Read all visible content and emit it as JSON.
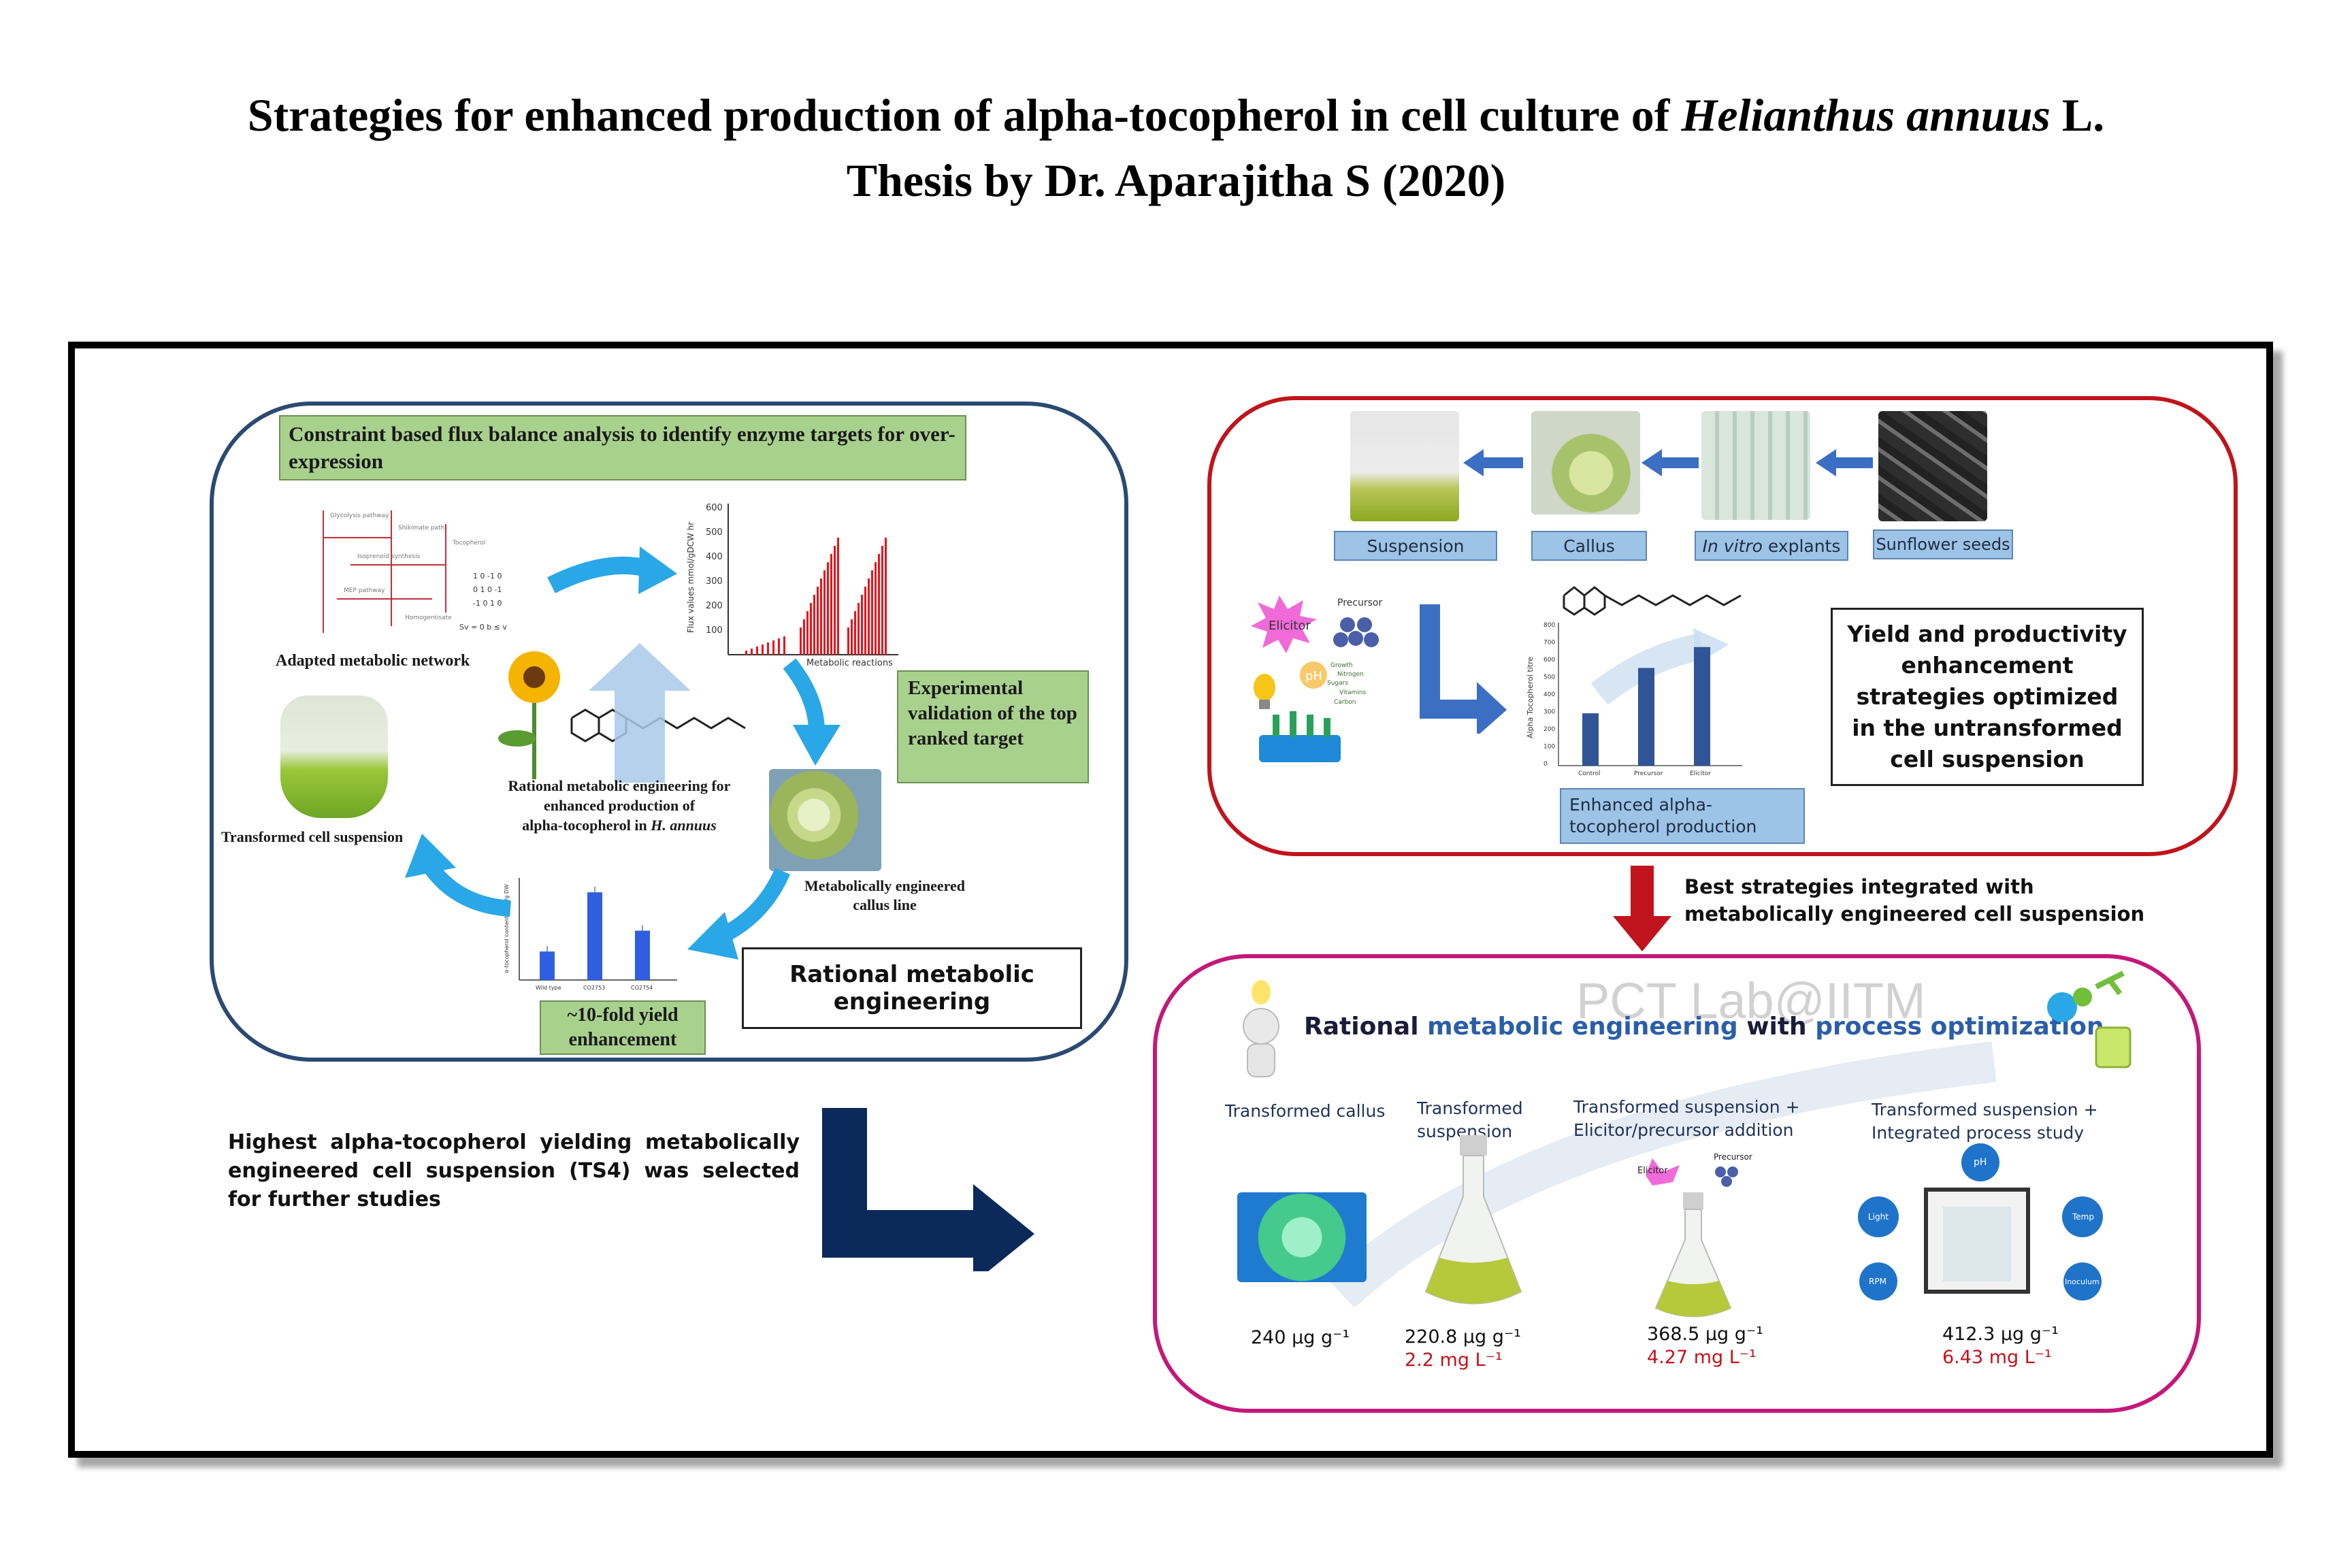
{
  "title": {
    "line1_prefix": "Strategies for enhanced production of alpha-tocopherol in cell culture of ",
    "line1_italic": "Helianthus annuus",
    "line1_suffix": " L.",
    "line2": "Thesis by Dr. Aparajitha S (2020)"
  },
  "left_panel": {
    "fba_box": "Constraint based flux balance analysis to identify enzyme targets for over-expression",
    "network_label": "Adapted metabolic network",
    "flux_chart": {
      "ylabel": "Flux values mmol/gDCW hr",
      "xlabel": "Metabolic reactions",
      "ticks": [
        "600",
        "500",
        "400",
        "300",
        "200",
        "100"
      ]
    },
    "validation_box": "Experimental validation of the top ranked target",
    "center_label_1": "Rational metabolic engineering for",
    "center_label_2": "enhanced production of",
    "center_label_3": "alpha-tocopherol in ",
    "center_label_italic": "H. annuus",
    "transformed_label": "Transformed cell suspension",
    "callus_label_1": "Metabolically engineered",
    "callus_label_2": "callus line",
    "yield_box": "~10-fold yield enhancement",
    "rational_box": "Rational metabolic engineering",
    "bar_chart": {
      "ylabel": "α-tocopherol content in μg/g DW",
      "categories": [
        "Wild type",
        "CO2753",
        "CO2754"
      ],
      "values": [
        26,
        80,
        45
      ]
    }
  },
  "note": "Highest alpha-tocopherol yielding metabolically engineered cell suspension (TS4) was selected for further studies",
  "red_panel": {
    "stages": [
      "Suspension",
      "Callus",
      "In vitro",
      " explants",
      "Sunflower seeds"
    ],
    "elicitor": "Elicitor",
    "precursor": "Precursor",
    "ph": "pH",
    "chart": {
      "ylabel": "Alpha Tocopherol titre",
      "categories": [
        "Control",
        "Precursor",
        "Elicitor"
      ],
      "values": [
        300,
        560,
        680
      ],
      "ticks": [
        "800",
        "700",
        "600",
        "500",
        "400",
        "300",
        "200",
        "100",
        "0"
      ]
    },
    "enhanced_box": "Enhanced alpha-tocopherol production",
    "yield_box": "Yield and productivity enhancement strategies optimized in the untransformed cell suspension"
  },
  "arrow_text": "Best strategies integrated with metabolically engineered cell suspension",
  "magenta_panel": {
    "heading_1": "Rational ",
    "heading_2": "metabolic engineering",
    "heading_3": " with ",
    "heading_4": "process optimization",
    "watermark": "PCT Lab@IITM",
    "stages": [
      {
        "label": "Transformed callus",
        "value": "240 μg g⁻¹",
        "value2": ""
      },
      {
        "label": "Transformed suspension",
        "value": "220.8 μg g⁻¹",
        "value2": "2.2 mg L⁻¹"
      },
      {
        "label": "Transformed suspension + Elicitor/precursor addition",
        "value": "368.5 μg g⁻¹",
        "value2": "4.27 mg L⁻¹"
      },
      {
        "label": "Transformed suspension + Integrated process study",
        "value": "412.3 μg g⁻¹",
        "value2": "6.43 mg L⁻¹"
      }
    ],
    "process_nodes": [
      "pH",
      "Light",
      "Temp",
      "RPM",
      "Inoculum"
    ],
    "mini_elicitor": "Elicitor",
    "mini_precursor": "Precursor"
  },
  "colors": {
    "blue_panel": "#2a4a73",
    "red_panel": "#c0141c",
    "magenta_panel": "#c41879",
    "green_box": "#a9d18e",
    "blue_box": "#9dc3e6",
    "cyan_arrow": "#2aa7e6",
    "navy_arrow": "#0b2a5b",
    "red_bar": "#e8141c",
    "chart_bar": "#2f5597"
  }
}
